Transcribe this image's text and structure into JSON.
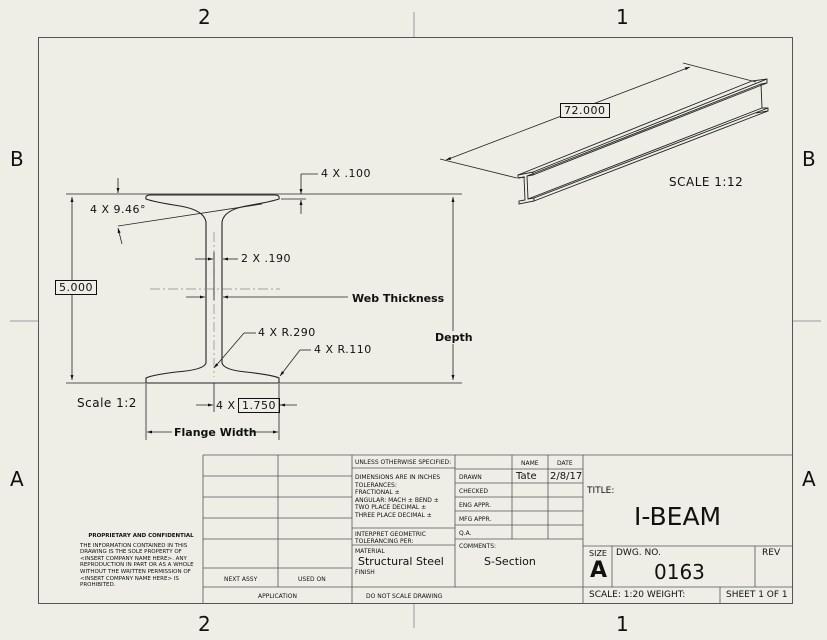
{
  "zones": {
    "top_left": "2",
    "top_right": "1",
    "bottom_left": "2",
    "bottom_right": "1",
    "left_upper": "B",
    "left_lower": "A",
    "right_upper": "B",
    "right_lower": "A"
  },
  "section_view": {
    "scale_label": "Scale 1:2",
    "dims": {
      "flange_thickness": "4 X .100",
      "flange_angle": "4 X 9.46°",
      "web_half": "2 X .190",
      "depth_value": "5.000",
      "fillet_radius": "4 X R.290",
      "edge_radius": "4 X R.110",
      "flange_half_prefix": "4 X",
      "flange_half_value": "1.750"
    },
    "labels": {
      "web_thickness": "Web Thickness",
      "depth": "Depth",
      "flange_width": "Flange Width"
    }
  },
  "iso_view": {
    "length": "72.000",
    "scale_label": "SCALE 1:12"
  },
  "title_block": {
    "proprietary_title": "PROPRIETARY AND CONFIDENTIAL",
    "proprietary_text": [
      "THE INFORMATION CONTAINED IN THIS",
      "DRAWING IS THE SOLE PROPERTY OF",
      "<INSERT COMPANY NAME HERE>. ANY",
      "REPRODUCTION IN PART OR AS A WHOLE",
      "WITHOUT THE WRITTEN PERMISSION OF",
      "<INSERT COMPANY NAME HERE> IS",
      "PROHIBITED."
    ],
    "next_assy": "NEXT ASSY",
    "used_on": "USED ON",
    "application": "APPLICATION",
    "unless": "UNLESS OTHERWISE SPECIFIED:",
    "tolerance_lines": [
      "DIMENSIONS ARE IN INCHES",
      "TOLERANCES:",
      "FRACTIONAL ±",
      "ANGULAR: MACH ±    BEND ±",
      "TWO PLACE DECIMAL    ±",
      "THREE PLACE DECIMAL  ±"
    ],
    "interpret_lines": [
      "INTERPRET GEOMETRIC",
      "TOLERANCING PER:"
    ],
    "material_label": "MATERIAL",
    "material_value": "Structural Steel",
    "finish_label": "FINISH",
    "finish_value": "S-Section",
    "do_not_scale": "DO NOT SCALE DRAWING",
    "name_header": "NAME",
    "date_header": "DATE",
    "drawn_label": "DRAWN",
    "drawn_name": "Tate",
    "drawn_date": "2/8/17",
    "checked_label": "CHECKED",
    "eng_label": "ENG APPR.",
    "mfg_label": "MFG APPR.",
    "qa_label": "Q.A.",
    "comments_label": "COMMENTS:",
    "title_label": "TITLE:",
    "title_value": "I-BEAM",
    "size_label": "SIZE",
    "size_value": "A",
    "dwg_label": "DWG.  NO.",
    "dwg_value": "0163",
    "rev_label": "REV",
    "scale_text": "SCALE: 1:20 WEIGHT:",
    "sheet_text": "SHEET 1 OF 1"
  }
}
